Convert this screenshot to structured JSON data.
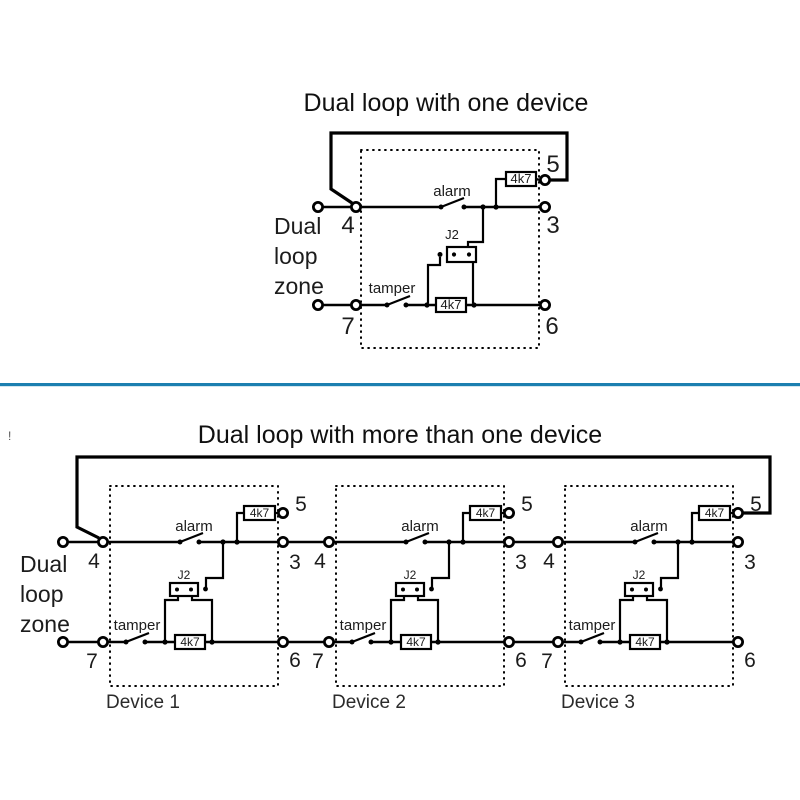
{
  "colors": {
    "background": "#ffffff",
    "line": "#000000",
    "divider_blue": "#1c7fb0",
    "text": "#1c1c1c"
  },
  "top_diagram": {
    "title": "Dual loop with one device",
    "zone_label_lines": [
      "Dual",
      "loop",
      "zone"
    ],
    "alarm_label": "alarm",
    "tamper_label": "tamper",
    "jumper_label": "J2",
    "resistor_value": "4k7",
    "terminal_labels": {
      "t3": "3",
      "t4": "4",
      "t5": "5",
      "t6": "6",
      "t7": "7"
    }
  },
  "bottom_diagram": {
    "title": "Dual loop with more than one device",
    "zone_label_lines": [
      "Dual",
      "loop",
      "zone"
    ],
    "alarm_label": "alarm",
    "tamper_label": "tamper",
    "jumper_label": "J2",
    "resistor_value": "4k7",
    "terminal_labels": {
      "t3": "3",
      "t4": "4",
      "t5": "5",
      "t6": "6",
      "t7": "7"
    },
    "devices": [
      {
        "name": "Device 1"
      },
      {
        "name": "Device 2"
      },
      {
        "name": "Device 3"
      }
    ],
    "stray_mark": "!"
  }
}
